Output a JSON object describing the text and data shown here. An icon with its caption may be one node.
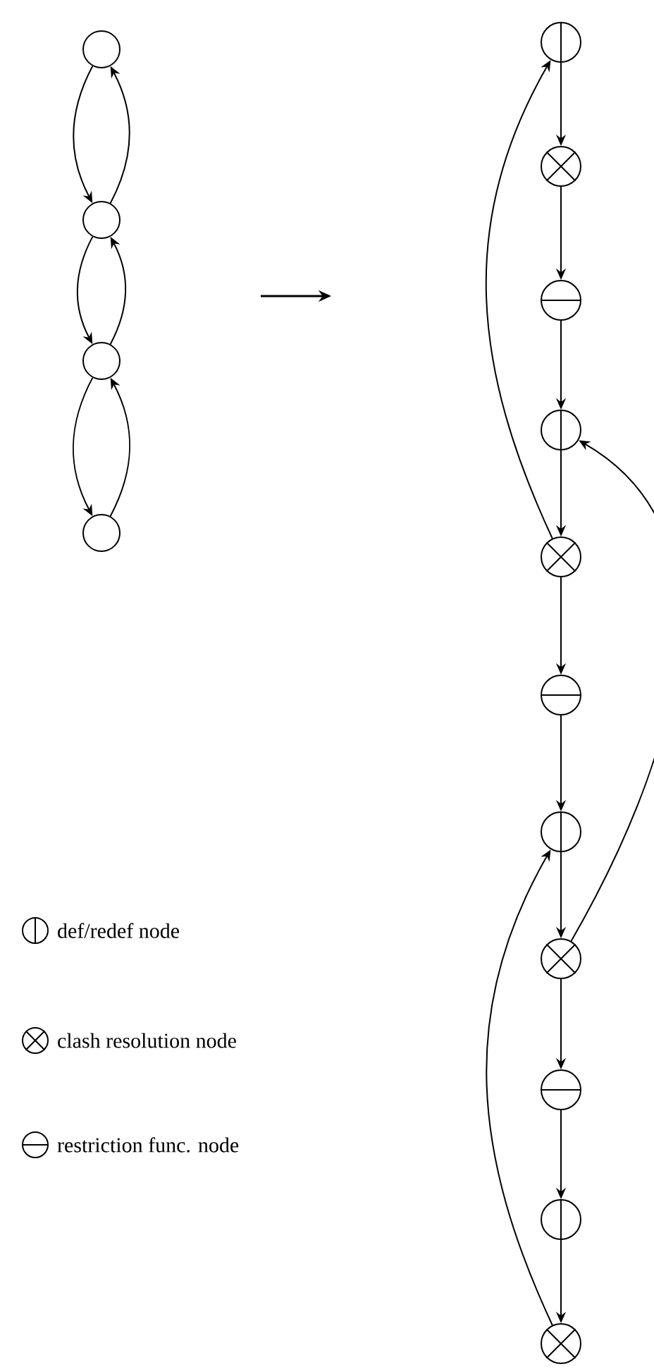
{
  "diagram": {
    "nodes": [
      {
        "text": [],
        "shape": "circle"
      },
      {
        "text": [],
        "shape": "circle"
      },
      {
        "text": [],
        "shape": "circle"
      },
      {
        "text": [],
        "shape": "circle"
      },
      {
        "text": [],
        "shape": "circle"
      },
      {
        "text": [],
        "shape": "circle"
      },
      {
        "text": [],
        "shape": "circle"
      },
      {
        "text": [],
        "shape": "circle"
      },
      {
        "text": [],
        "shape": "circle"
      },
      {
        "text": [],
        "shape": "circle"
      },
      {
        "text": [],
        "shape": "circle"
      },
      {
        "text": [],
        "shape": "circle"
      },
      {
        "text": [],
        "shape": "circle"
      },
      {
        "text": [],
        "shape": "circle"
      },
      {
        "text": [],
        "shape": "circle"
      }
    ],
    "edges": [
      {
        "from": 0,
        "to": 1,
        "arrow": "to"
      },
      {
        "from": 1,
        "to": 0,
        "arrow": "to"
      },
      {
        "from": 1,
        "to": 2,
        "arrow": "to"
      },
      {
        "from": 2,
        "to": 1,
        "arrow": "to"
      },
      {
        "from": 2,
        "to": 3,
        "arrow": "to"
      },
      {
        "from": 3,
        "to": 2,
        "arrow": "to"
      },
      {
        "from": 4,
        "to": 5,
        "arrow": "to"
      },
      {
        "from": 5,
        "to": 6,
        "arrow": "to"
      },
      {
        "from": 6,
        "to": 7,
        "arrow": "to"
      },
      {
        "from": 7,
        "to": 8,
        "arrow": "to"
      },
      {
        "from": 8,
        "to": 9,
        "arrow": "to"
      },
      {
        "from": 9,
        "to": 10,
        "arrow": "to"
      },
      {
        "from": 10,
        "to": 11,
        "arrow": "to"
      },
      {
        "from": 11,
        "to": 12,
        "arrow": "to"
      },
      {
        "from": 12,
        "to": 13,
        "arrow": "to"
      },
      {
        "from": 13,
        "to": 14,
        "arrow": "to"
      },
      {
        "from": 8,
        "to": 4,
        "arrow": "to"
      },
      {
        "from": 11,
        "to": 7,
        "arrow": "to"
      },
      {
        "from": 14,
        "to": 10,
        "arrow": "to"
      }
    ],
    "legend": [
      {
        "text": "def/redef node"
      },
      {
        "text": "clash resolution node"
      },
      {
        "text": "restriction func. node"
      }
    ]
  }
}
